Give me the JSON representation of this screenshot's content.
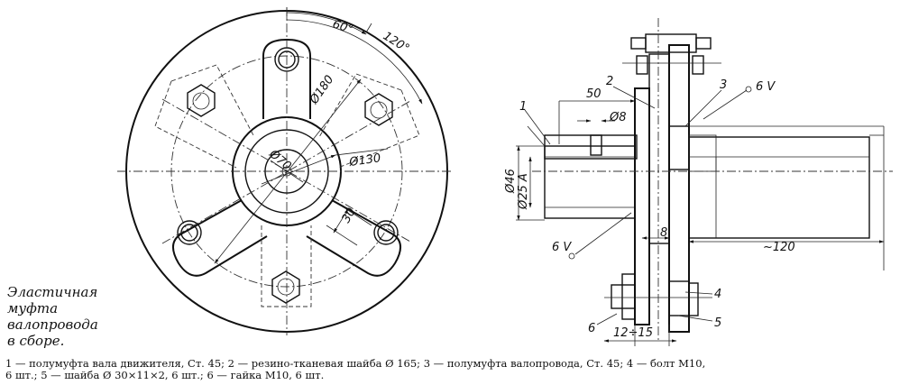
{
  "front_view": {
    "dims": {
      "d180": "Ø180",
      "d130": "Ø130",
      "d70": "Ø70",
      "len30": "30",
      "ang60": "60°",
      "ang120": "120°"
    }
  },
  "section_view": {
    "dims": {
      "len50": "50",
      "d8": "Ø8",
      "d46": "Ø46",
      "d25": "Ø25 A",
      "len120": "~120",
      "len8": "8",
      "range": "12÷15",
      "weld_top": "6 V",
      "weld_bottom": "6 V"
    },
    "callouts": {
      "c1": "1",
      "c2": "2",
      "c3": "3",
      "c4": "4",
      "c5": "5",
      "c6": "6"
    }
  },
  "title_lines": [
    "Эластичная",
    "муфта",
    "валопровода",
    "в сборе."
  ],
  "legend_lines": [
    "1 — полумуфта вала движителя, Ст. 45; 2 — резино-тканевая шайба Ø 165; 3 — полумуфта валопровода, Ст. 45; 4 — болт М10,",
    "6 шт.; 5 — шайба  Ø 30×11×2,  6 шт.;  6 — гайка М10,  6 шт."
  ]
}
